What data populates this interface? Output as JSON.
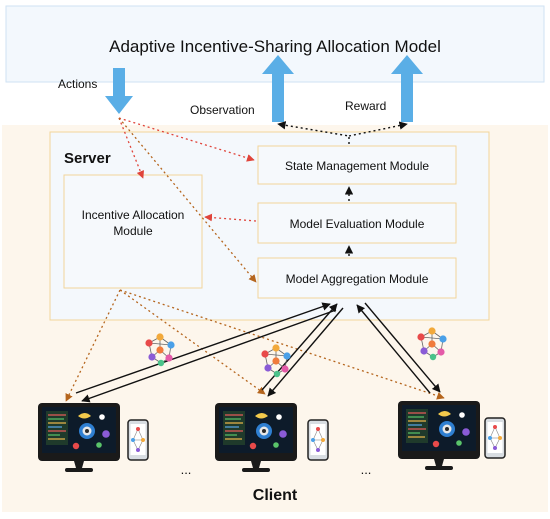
{
  "diagram": {
    "title": "Adaptive Incentive-Sharing Allocation Model",
    "labels": {
      "actions": "Actions",
      "observation": "Observation",
      "reward": "Reward",
      "server": "Server",
      "client": "Client",
      "ellipsis": "..."
    },
    "modules": {
      "state_management": "State Management Module",
      "model_evaluation": "Model Evaluation Module",
      "model_aggregation": "Model Aggregation Module",
      "incentive_allocation_line1": "Incentive Allocation",
      "incentive_allocation_line2": "Module"
    },
    "colors": {
      "title_bg": "#f3f8fd",
      "title_border": "#cfe2f3",
      "env_bg": "#fdf6ec",
      "server_bg": "#f4f8fc",
      "module_border": "#f2d59a",
      "blue_arrow": "#5aaee6",
      "red_dashed": "#e0443a",
      "brown_dashed": "#b5651d",
      "black": "#111111"
    },
    "icons": [
      "monitor-icon",
      "smartphone-icon",
      "neural-network-icon"
    ]
  }
}
